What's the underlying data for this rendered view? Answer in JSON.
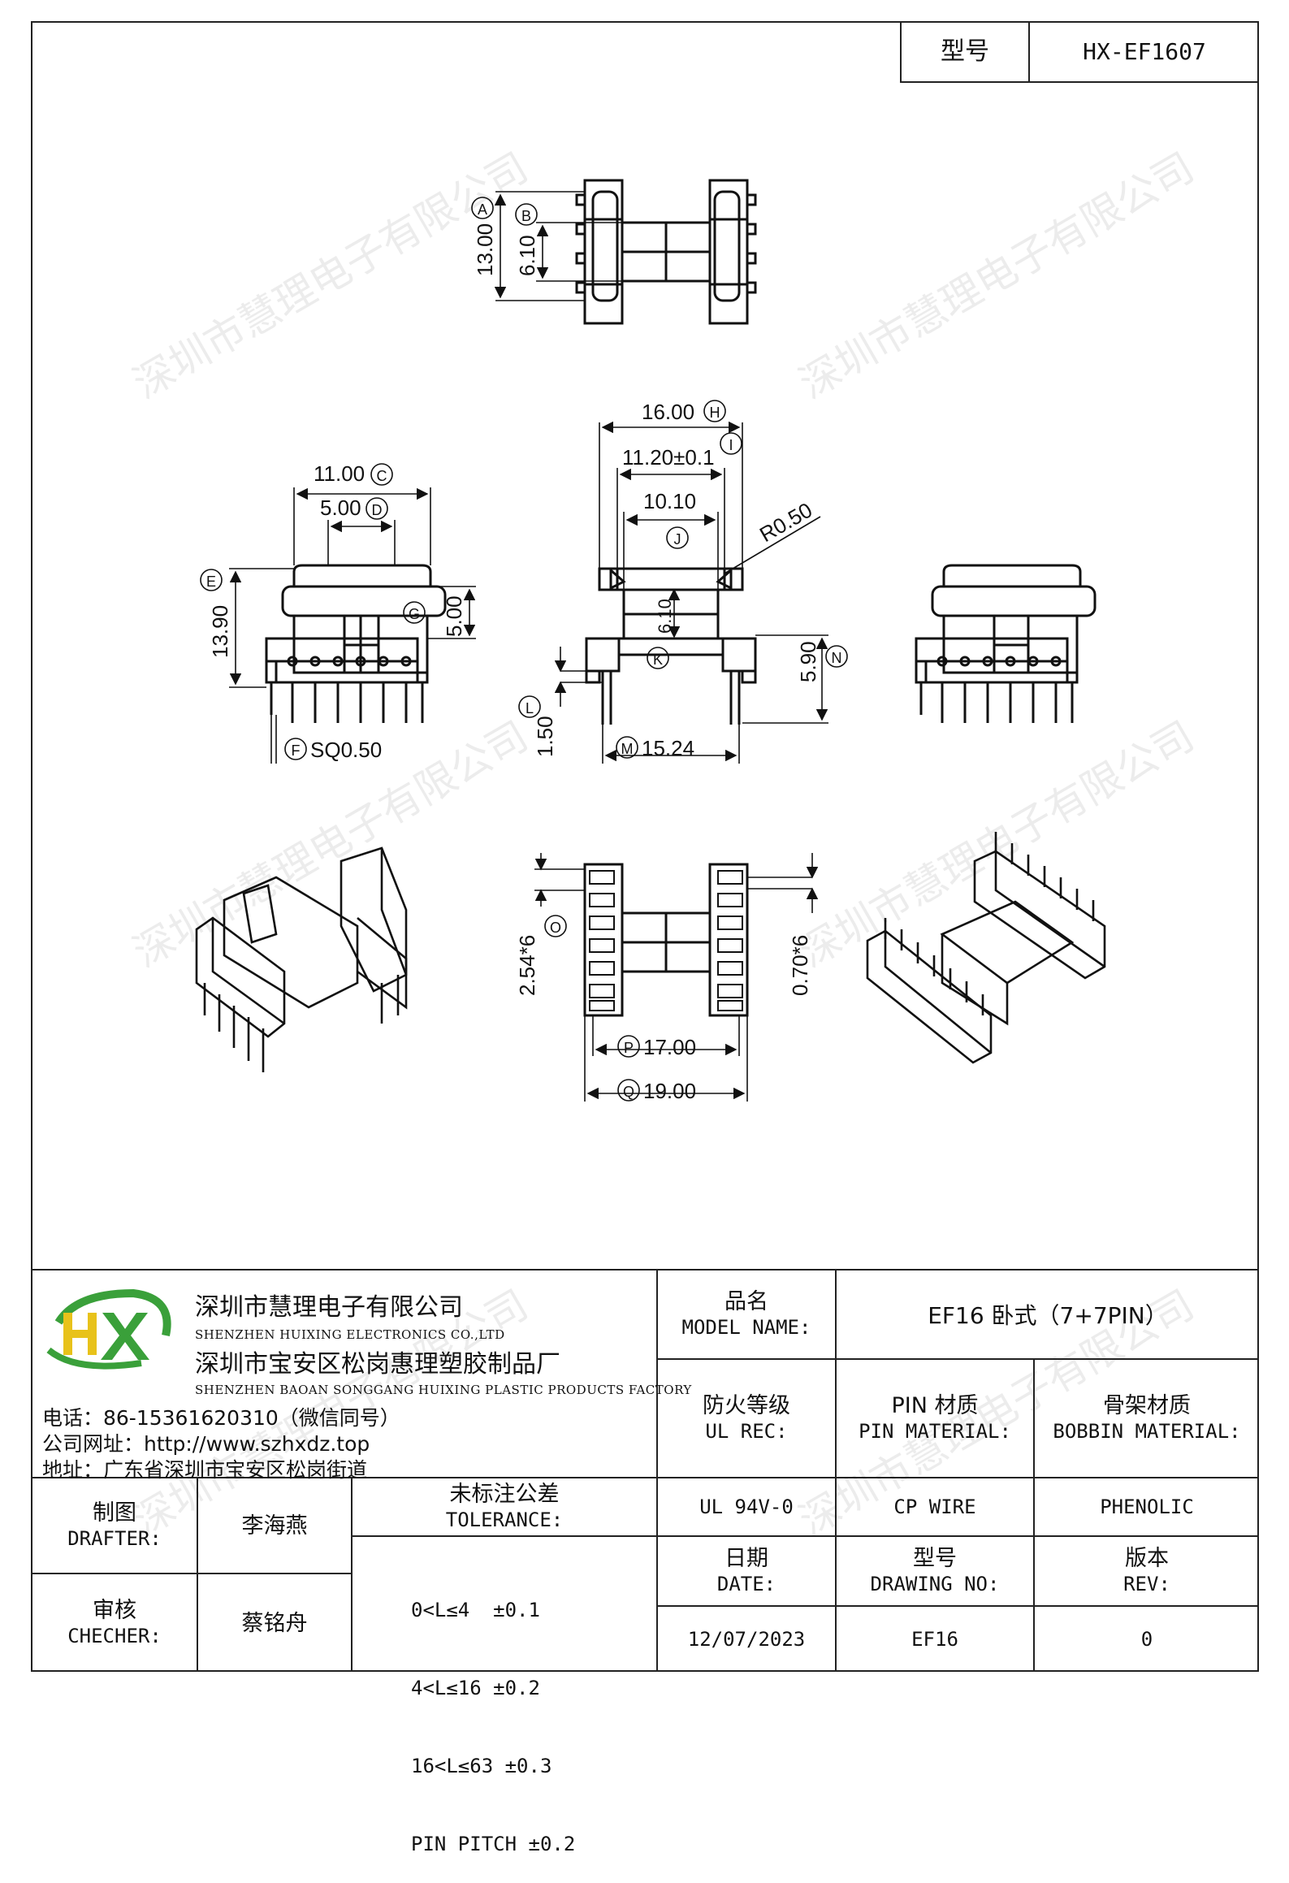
{
  "header": {
    "model_label": "型号",
    "model_value": "HX-EF1607"
  },
  "watermark": "深圳市慧理电子有限公司",
  "dimensions": {
    "A": "A",
    "A_val": "13.00",
    "B": "B",
    "B_val": "6.10",
    "C": "C",
    "C_val": "11.00",
    "D": "D",
    "D_val": "5.00",
    "E": "E",
    "E_val": "13.90",
    "F": "F",
    "F_val": "SQ0.50",
    "G": "G",
    "G_val": "5.00",
    "H": "H",
    "H_val": "16.00",
    "I": "I",
    "I_val": "11.20±0.1",
    "J": "J",
    "J_val": "10.10",
    "K": "K",
    "K_val": "6.10",
    "L": "L",
    "L_val": "1.50",
    "M": "M",
    "M_val": "15.24",
    "N": "N",
    "N_val": "5.90",
    "O": "O",
    "O_val": "2.54*6",
    "P": "P",
    "P_val": "17.00",
    "Q": "Q",
    "Q_val": "19.00",
    "R_val": "R0.50",
    "pitch_val": "0.70*6"
  },
  "company": {
    "name_cn": "深圳市慧理电子有限公司",
    "name_en": "SHENZHEN HUIXING ELECTRONICS CO.,LTD",
    "factory_cn": "深圳市宝安区松岗惠理塑胶制品厂",
    "factory_en": "SHENZHEN BAOAN SONGGANG HUIXING PLASTIC PRODUCTS FACTORY",
    "phone": "电话：86-15361620310（微信同号）",
    "web": "公司网址：http://www.szhxdz.top",
    "address": "地址：广东省深圳市宝安区松岗街道",
    "logo_text": "HX",
    "colors": {
      "green": "#3aa03a",
      "yellow": "#e8c21a"
    }
  },
  "title_block": {
    "model_name_cn": "品名",
    "model_name_en": "MODEL NAME:",
    "model_name_value": "EF16 卧式（7+7PIN）",
    "fire_cn": "防火等级",
    "fire_en": "UL REC:",
    "fire_value": "UL 94V-0",
    "pin_mat_cn": "PIN 材质",
    "pin_mat_en": "PIN MATERIAL:",
    "pin_mat_value": "CP WIRE",
    "bobbin_cn": "骨架材质",
    "bobbin_en": "BOBBIN MATERIAL:",
    "bobbin_value": "PHENOLIC",
    "drafter_cn": "制图",
    "drafter_en": "DRAFTER:",
    "drafter_value": "李海燕",
    "checker_cn": "审核",
    "checker_en": "CHECHER:",
    "checker_value": "蔡铭舟",
    "tol_cn": "未标注公差",
    "tol_en": "TOLERANCE:",
    "tol_rows": [
      "0<L≤4  ±0.1",
      "4<L≤16 ±0.2",
      "16<L≤63 ±0.3",
      "PIN PITCH ±0.2"
    ],
    "date_cn": "日期",
    "date_en": "DATE:",
    "date_value": "12/07/2023",
    "dwg_cn": "型号",
    "dwg_en": "DRAWING NO:",
    "dwg_value": "EF16",
    "rev_cn": "版本",
    "rev_en": "REV:",
    "rev_value": "0"
  }
}
